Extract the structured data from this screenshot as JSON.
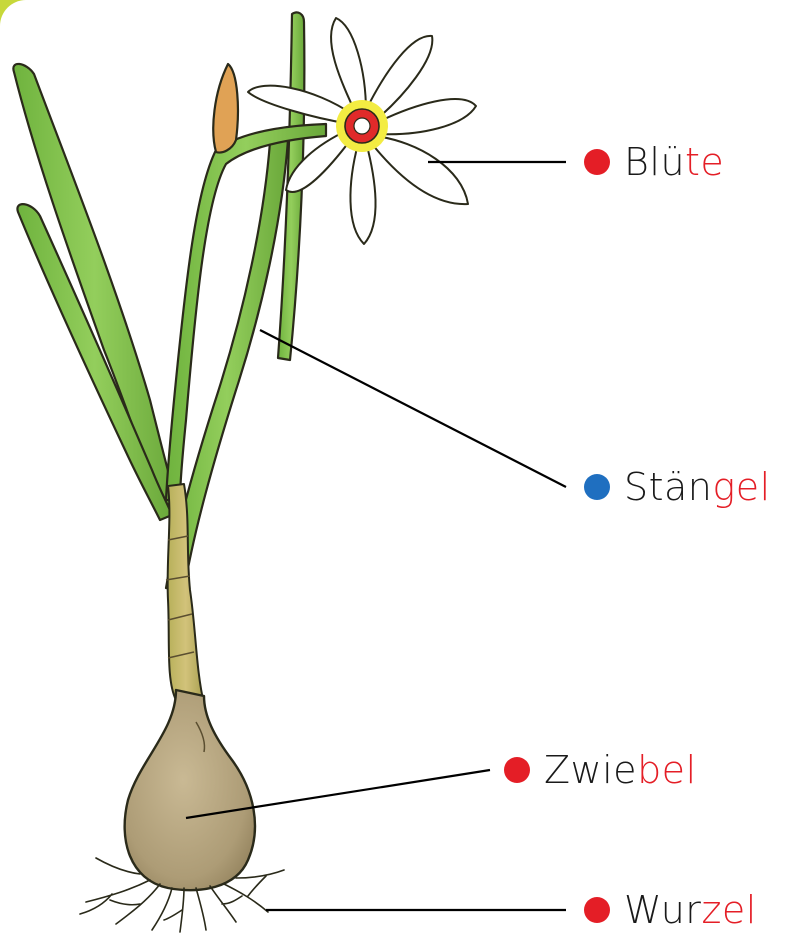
{
  "labels": {
    "bluete": {
      "stem": "Blü",
      "ending": "te",
      "dot_color": "#e41e26"
    },
    "staengel": {
      "stem": "Stän",
      "ending": "gel",
      "dot_color": "#1f6fc0"
    },
    "zwiebel": {
      "stem": "Zwie",
      "ending": "bel",
      "dot_color": "#e41e26"
    },
    "wurzel": {
      "stem": "Wur",
      "ending": "zel",
      "dot_color": "#e41e26"
    }
  },
  "colors": {
    "ending_highlight": "#e41e26",
    "leaf_green": "#7fc04a",
    "bulb_tan": "#b3a27d",
    "page_corner": "#c7d83a"
  }
}
